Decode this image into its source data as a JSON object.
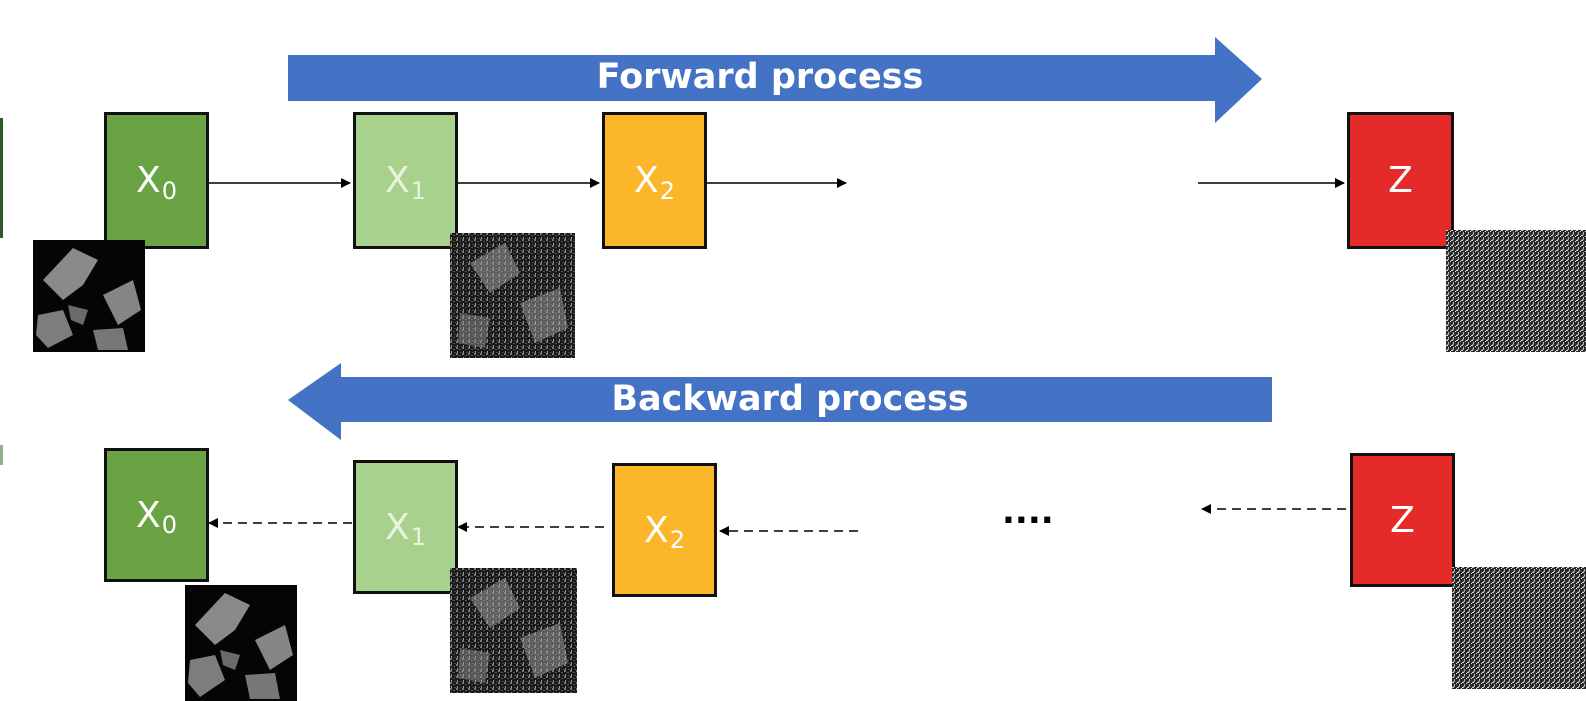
{
  "forward": {
    "title": "Forward process",
    "nodes": [
      {
        "id": "x0",
        "base": "X",
        "sub": "0",
        "color": "#6aa343",
        "text_color": "#ffffff"
      },
      {
        "id": "x1",
        "base": "X",
        "sub": "1",
        "color": "#a9d18e",
        "text_color": "#e8f3de"
      },
      {
        "id": "x2",
        "base": "X",
        "sub": "2",
        "color": "#fbb62a",
        "text_color": "#ffffff"
      },
      {
        "id": "z",
        "base": "Z",
        "sub": "",
        "color": "#e52a2a",
        "text_color": "#ffffff"
      }
    ]
  },
  "backward": {
    "title": "Backward process",
    "ellipsis": "....",
    "nodes": [
      {
        "id": "x0",
        "base": "X",
        "sub": "0",
        "color": "#6aa343",
        "text_color": "#ffffff"
      },
      {
        "id": "x1",
        "base": "X",
        "sub": "1",
        "color": "#a9d18e",
        "text_color": "#e8f3de"
      },
      {
        "id": "x2",
        "base": "X",
        "sub": "2",
        "color": "#fbb62a",
        "text_color": "#ffffff"
      },
      {
        "id": "z",
        "base": "Z",
        "sub": "",
        "color": "#e52a2a",
        "text_color": "#ffffff"
      }
    ]
  },
  "colors": {
    "arrow_fill": "#4472c4",
    "edge_line": "#000000",
    "border": "#111111"
  }
}
